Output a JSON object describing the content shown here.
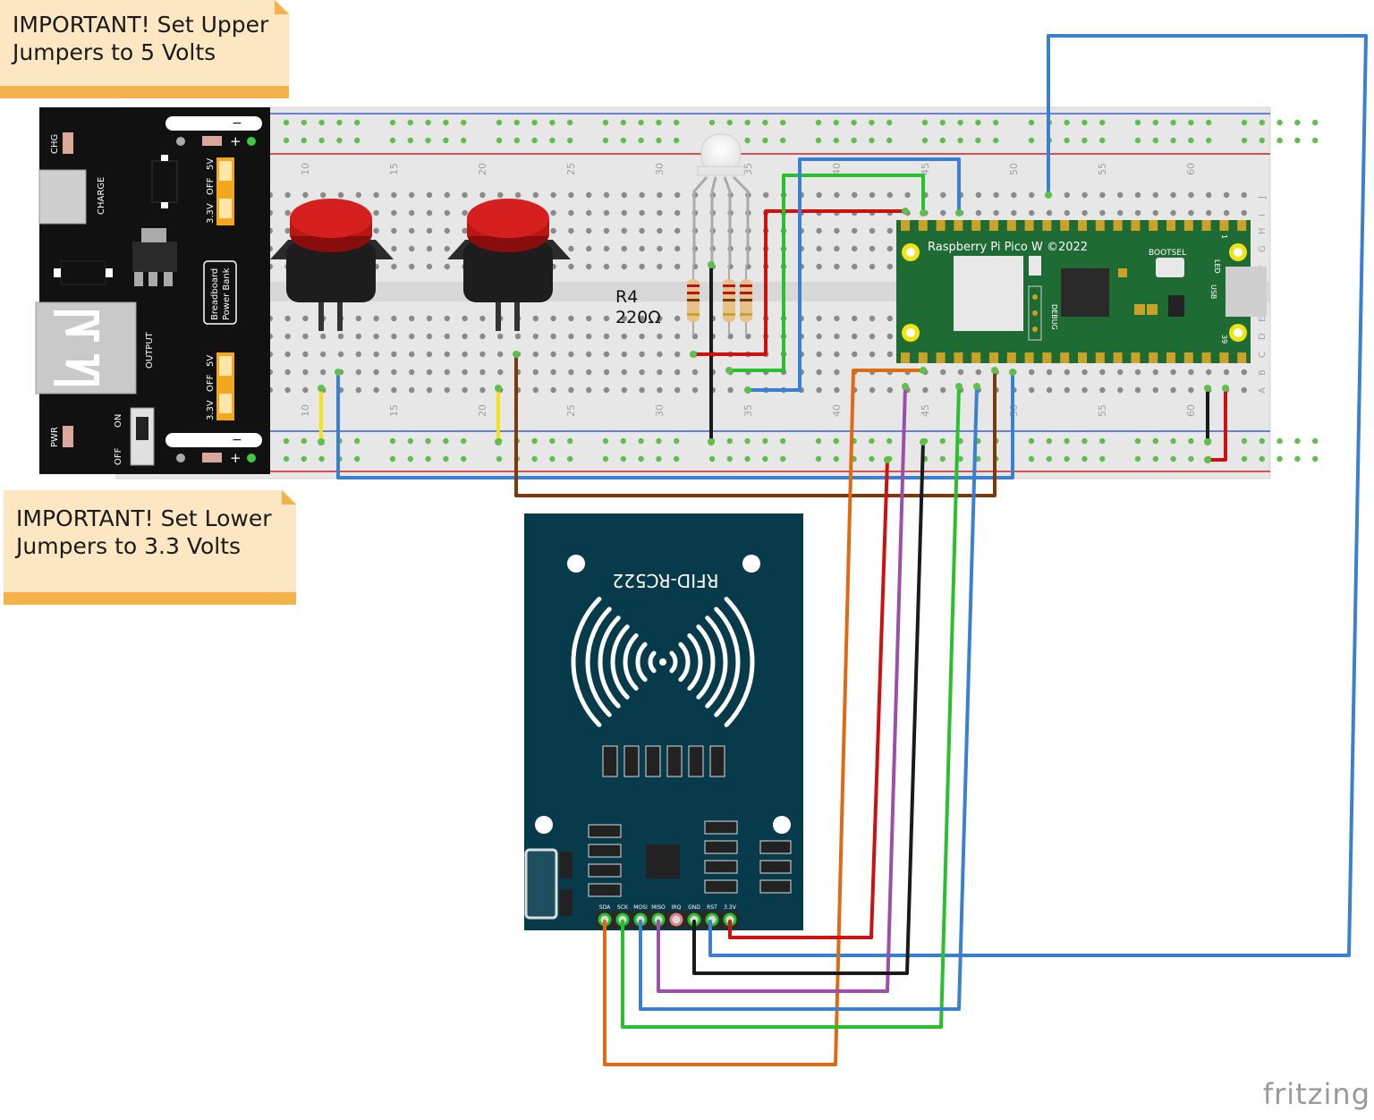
{
  "notes": {
    "upper": "IMPORTANT! Set Upper\nJumpers to 5 Volts",
    "lower": "IMPORTANT! Set Lower\nJumpers to 3.3 Volts"
  },
  "power_module": {
    "labels": [
      "CHG",
      "CHARGE",
      "PWR",
      "ON",
      "OFF",
      "OUTPUT",
      "Breadboard",
      "Power Bank",
      "5V",
      "OFF",
      "3.3V",
      "5V",
      "OFF",
      "3.3V"
    ],
    "rail_minus": "−",
    "rail_plus": "+"
  },
  "breadboard": {
    "col_numbers_top": [
      "10",
      "15",
      "20",
      "25",
      "30",
      "35",
      "40",
      "45",
      "50",
      "55",
      "60"
    ],
    "col_numbers_bottom": [
      "10",
      "15",
      "20",
      "25",
      "30",
      "35",
      "40",
      "45",
      "50",
      "55",
      "60"
    ],
    "row_letters_top": [
      "J",
      "I",
      "H",
      "G",
      "F"
    ],
    "row_letters_bottom": [
      "E",
      "D",
      "C",
      "B",
      "A"
    ]
  },
  "resistor": {
    "ref": "R4",
    "value": "220Ω"
  },
  "pico": {
    "title": "Raspberry Pi Pico W ©2022",
    "bootsel": "BOOTSEL",
    "led": "LED",
    "usb": "USB",
    "debug": "DEBUG",
    "pin_1": "1",
    "pin_39": "39"
  },
  "rfid": {
    "title": "RFID-RC522",
    "pins": [
      "SDA",
      "SCK",
      "MOSI",
      "MISO",
      "IRQ",
      "GND",
      "RST",
      "3.3V"
    ]
  },
  "colors": {
    "red": "#cc1111",
    "blue": "#3a7fd0",
    "green": "#28c02c",
    "orange": "#e06a12",
    "brown": "#7a3a0c",
    "purple": "#9b4fa8",
    "black": "#1a1a1a",
    "yellow": "#f2e414",
    "pico_green": "#1f6b34",
    "rfid_navy": "#073a4a"
  },
  "watermark": "fritzing"
}
